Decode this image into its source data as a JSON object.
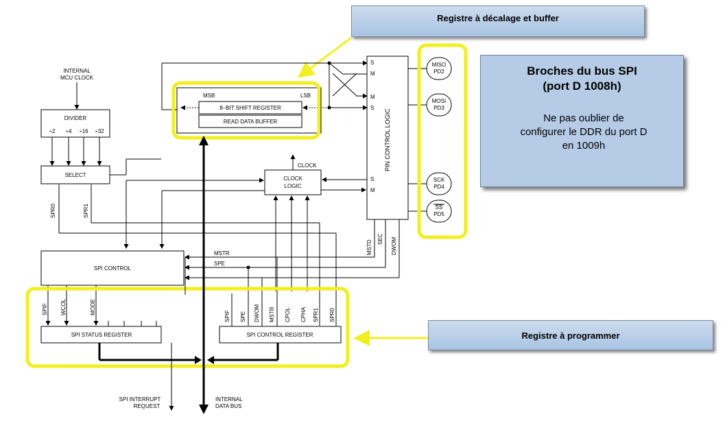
{
  "callouts": {
    "top": "Registre à décalage et buffer",
    "bottom": "Registre à programmer"
  },
  "info_box": {
    "title_line1": "Broches du bus SPI",
    "title_line2": "(port D 1008h)",
    "body_line1": "Ne pas oublier de",
    "body_line2": "configurer le DDR du port D",
    "body_line3": "en 1009h"
  },
  "diagram": {
    "internal_clock_1": "INTERNAL",
    "internal_clock_2": "MCU CLOCK",
    "divider": "DIVIDER",
    "divider_ratios": [
      "÷2",
      "÷4",
      "÷16",
      "÷32"
    ],
    "select": "SELECT",
    "shift_msb": "MSB",
    "shift_lsb": "LSB",
    "shift_register": "8–BIT SHIFT REGISTER",
    "read_buffer": "READ DATA BUFFER",
    "clock": "CLOCK",
    "clock_logic_1": "CLOCK",
    "clock_logic_2": "LOGIC",
    "pin_control": "PIN CONTROL LOGIC",
    "pin_s1": "S",
    "pin_m1": "M",
    "pin_m2": "M",
    "pin_s2": "S",
    "pin_s3": "S",
    "pin_m3": "M",
    "pins": [
      {
        "name": "MISO",
        "port": "PD2"
      },
      {
        "name": "MOSI",
        "port": "PD3"
      },
      {
        "name": "SCK",
        "port": "PD4"
      },
      {
        "name": "SS",
        "port": "PD5"
      }
    ],
    "spro": "SPR0",
    "spr1": "SPR1",
    "mstr_top": "MSTR",
    "spe_top": "SPE",
    "mstd": "MSTD",
    "sec": "SEC",
    "dwom_top": "DWOM",
    "spi_control": "SPI CONTROL",
    "status_bits": [
      "SPIF",
      "WCOL",
      "MODE"
    ],
    "control_bits": [
      "SPIF",
      "SPE",
      "DWOM",
      "MSTR",
      "CPOL",
      "CPHA",
      "SPR1",
      "SPR0"
    ],
    "status_register": "SPI STATUS REGISTER",
    "control_register": "SPI CONTROL REGISTER",
    "interrupt_1": "SPI INTERRUPT",
    "interrupt_2": "REQUEST",
    "data_bus_1": "INTERNAL",
    "data_bus_2": "DATA BUS"
  }
}
